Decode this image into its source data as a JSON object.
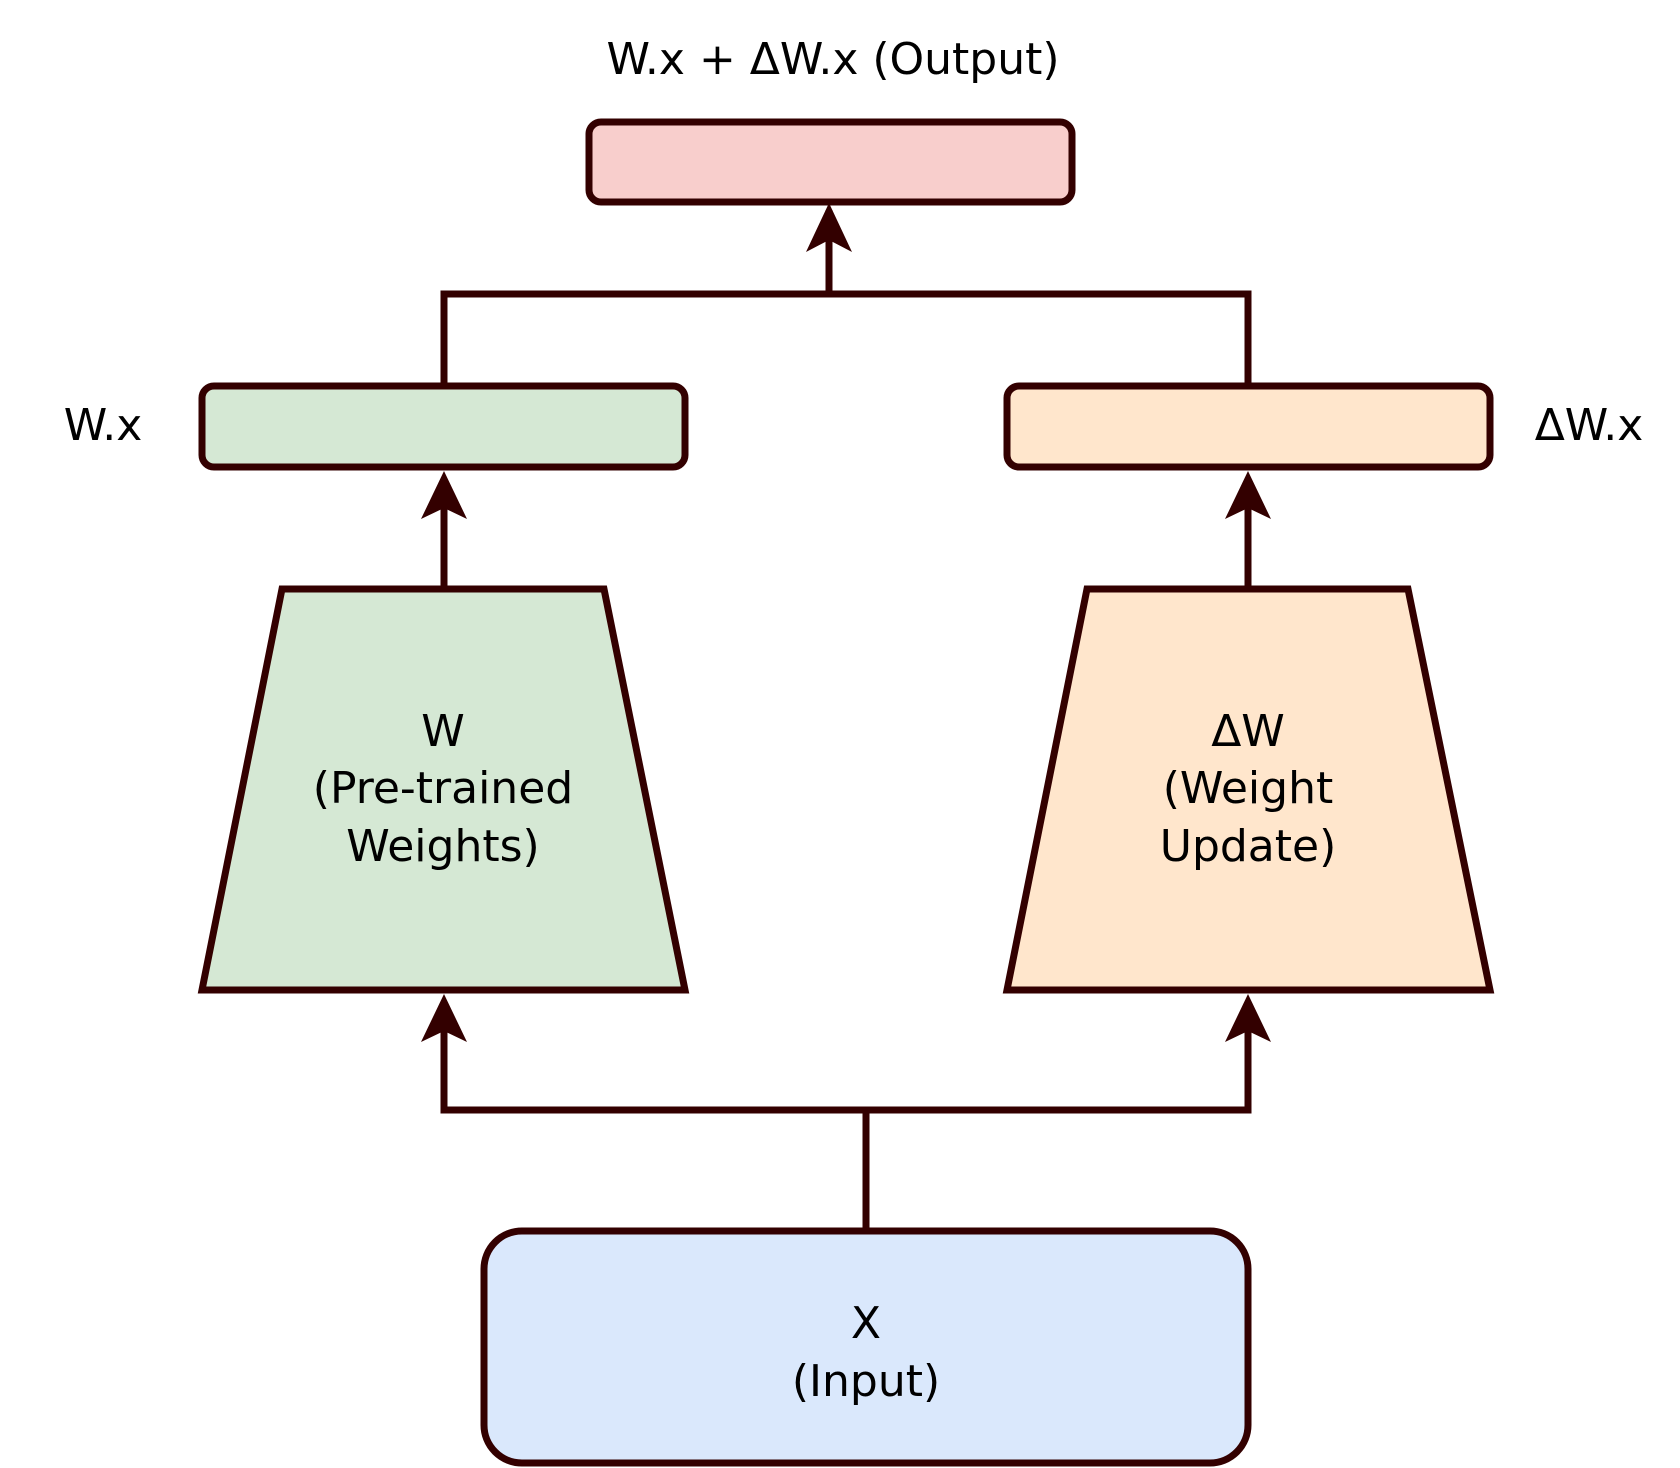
{
  "diagram": {
    "title": "LoRA-style weight update diagram",
    "colors": {
      "stroke": "#330000",
      "output_fill": "#f8cecc",
      "pretrained_fill": "#d5e8d4",
      "update_fill": "#ffe6cc",
      "input_fill": "#dae8fc",
      "text": "#000000"
    },
    "output": {
      "label": "W.x + ΔW.x (Output)"
    },
    "left_branch": {
      "result_label": "W.x",
      "block_title": "W",
      "block_lines": [
        "(Pre-trained",
        "Weights)"
      ]
    },
    "right_branch": {
      "result_label": "ΔW.x",
      "block_title": "ΔW",
      "block_lines": [
        "(Weight",
        "Update)"
      ]
    },
    "input": {
      "title": "X",
      "subtitle": "(Input)"
    }
  }
}
